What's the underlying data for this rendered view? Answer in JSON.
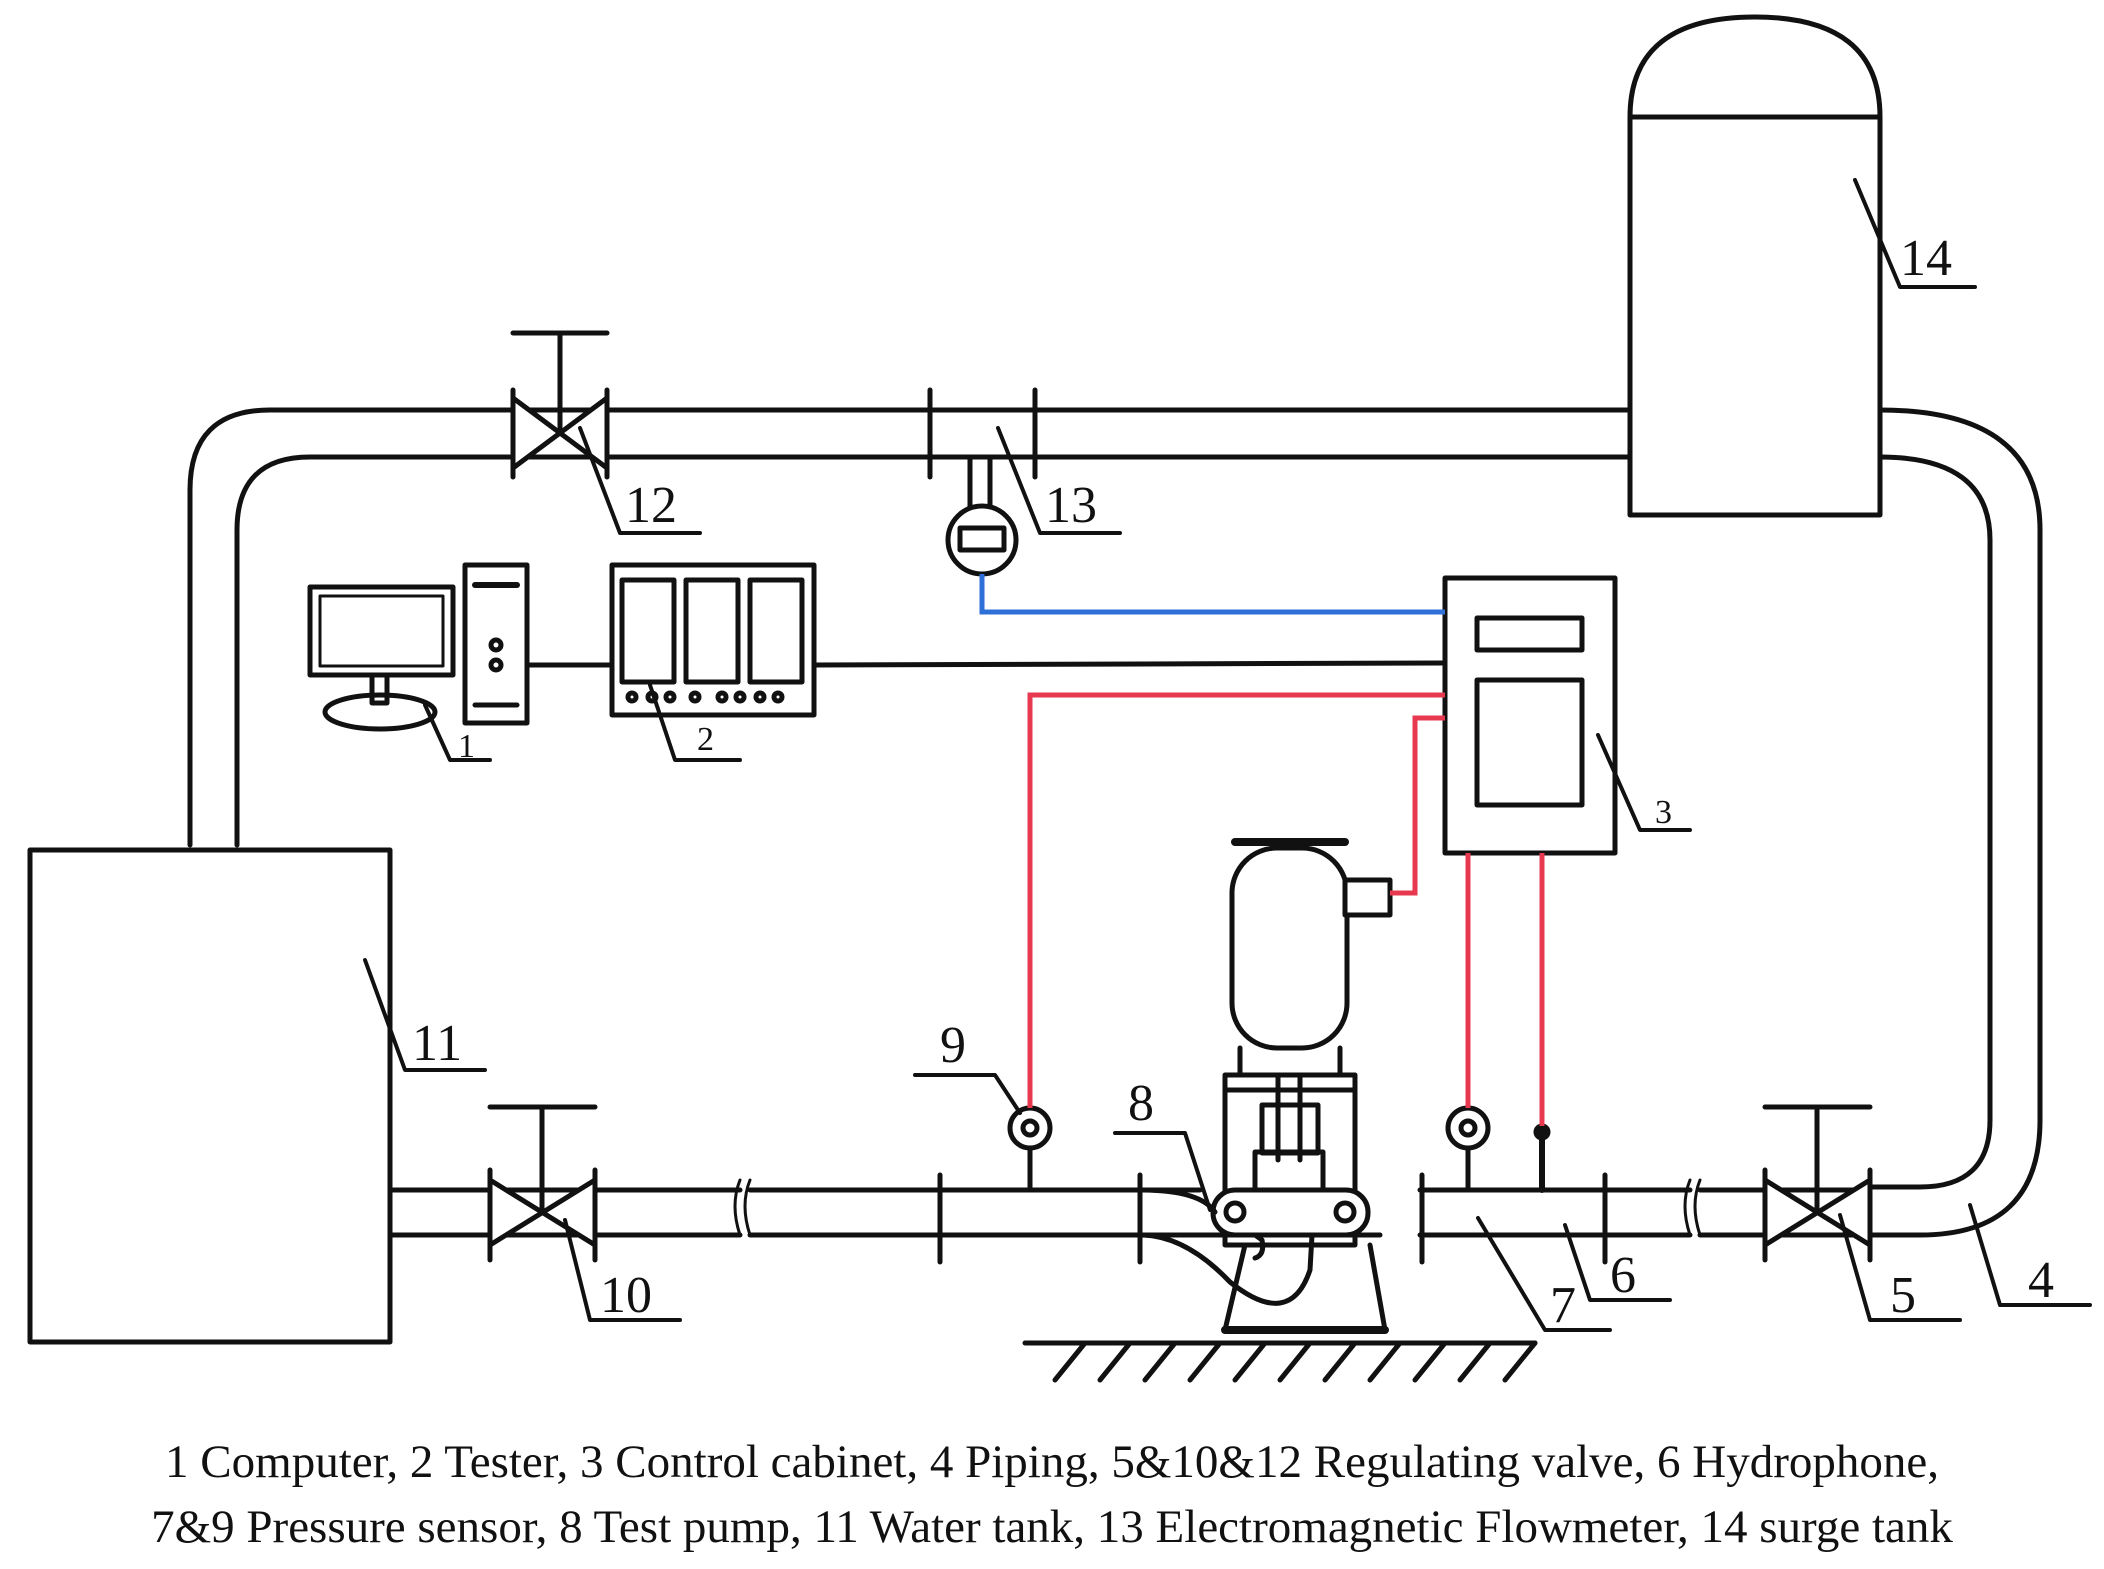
{
  "labels": {
    "computer": "1",
    "tester": "2",
    "control_cabinet": "3",
    "piping": "4",
    "valve_5": "5",
    "hydrophone": "6",
    "pressure_sensor_7": "7",
    "test_pump": "8",
    "pressure_sensor_9": "9",
    "valve_10": "10",
    "water_tank": "11",
    "valve_12": "12",
    "flowmeter": "13",
    "surge_tank": "14"
  },
  "caption": {
    "line1": "1 Computer, 2 Tester, 3 Control cabinet, 4 Piping, 5&10&12 Regulating valve, 6 Hydrophone,",
    "line2": "7&9 Pressure sensor, 8 Test pump, 11 Water tank, 13 Electromagnetic Flowmeter, 14 surge tank"
  },
  "colors": {
    "line": "#111111",
    "signal_red": "#e8384f",
    "signal_blue": "#2f6fd8"
  }
}
